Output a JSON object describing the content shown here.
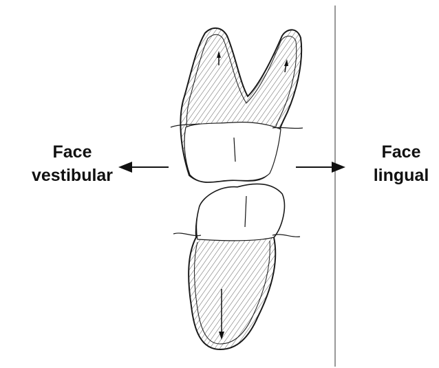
{
  "labels": {
    "vestibular": {
      "line1": "Face",
      "line2": "vestibular"
    },
    "lingual": {
      "line1": "Face",
      "line2": "lingual"
    }
  },
  "colors": {
    "ink": "#1a1a1a",
    "divider": "#777777",
    "background": "#ffffff"
  }
}
